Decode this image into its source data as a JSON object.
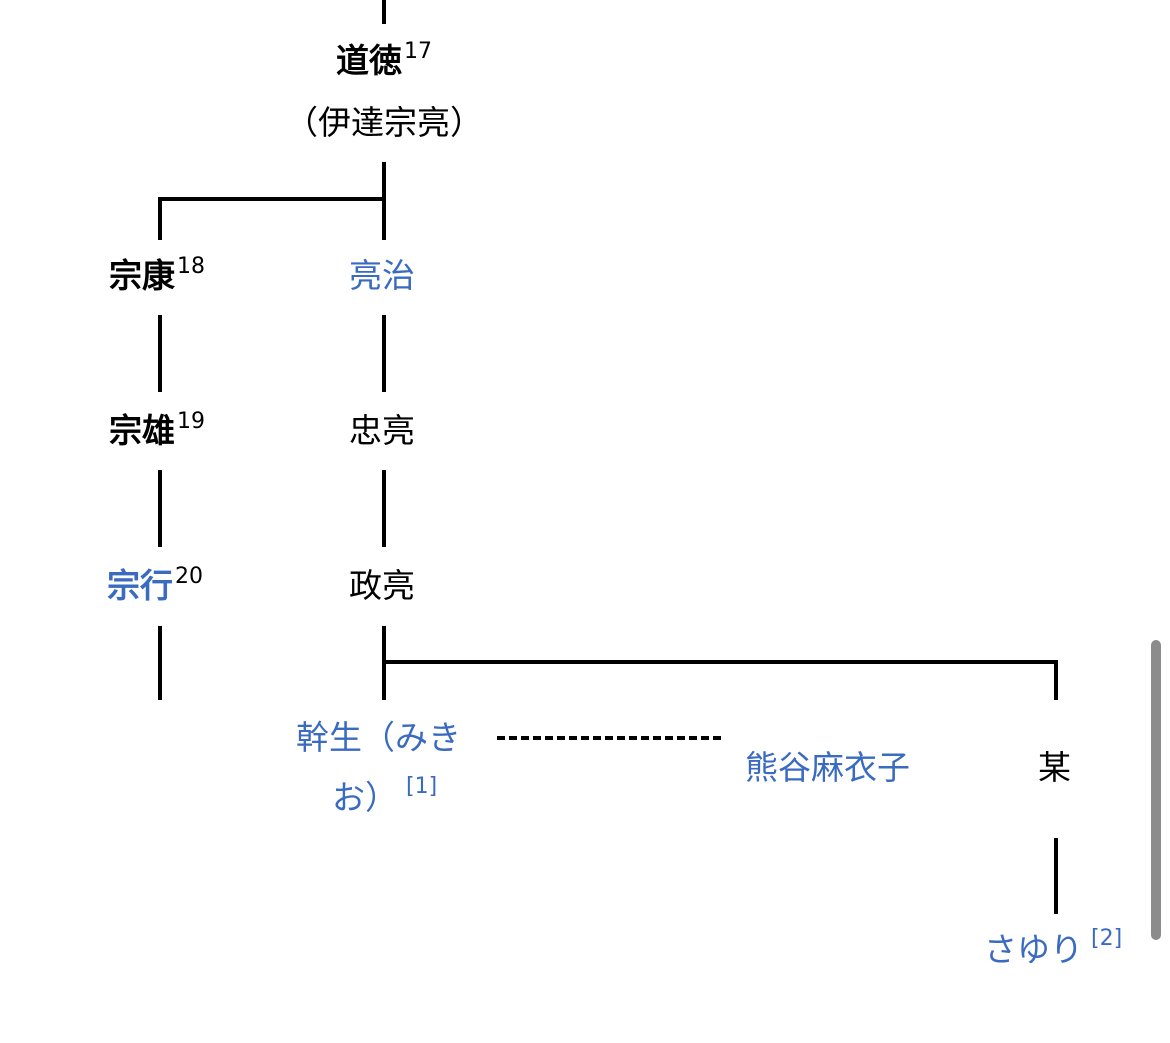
{
  "family_tree": {
    "michinori": {
      "name": "道徳",
      "gen": "17",
      "alias": "（伊達宗亮）"
    },
    "muneyasu": {
      "name": "宗康",
      "gen": "18"
    },
    "ryoji": {
      "name": "亮治"
    },
    "muneo": {
      "name": "宗雄",
      "gen": "19"
    },
    "tadasuke": {
      "name": "忠亮"
    },
    "muneyuki": {
      "name": "宗行",
      "gen": "20"
    },
    "masasuke": {
      "name": "政亮"
    },
    "mikio": {
      "line1": "幹生（みき",
      "line2": "お）",
      "ref": "[1]"
    },
    "kumagai": {
      "name": "熊谷麻衣子"
    },
    "nanigashi": {
      "name": "某"
    },
    "sayuri": {
      "name": "さゆり",
      "ref": "[2]"
    }
  },
  "colors": {
    "link": "#3a6bc0",
    "text": "#000000",
    "line": "#000000",
    "scrollbar": "#8c8c8c"
  }
}
